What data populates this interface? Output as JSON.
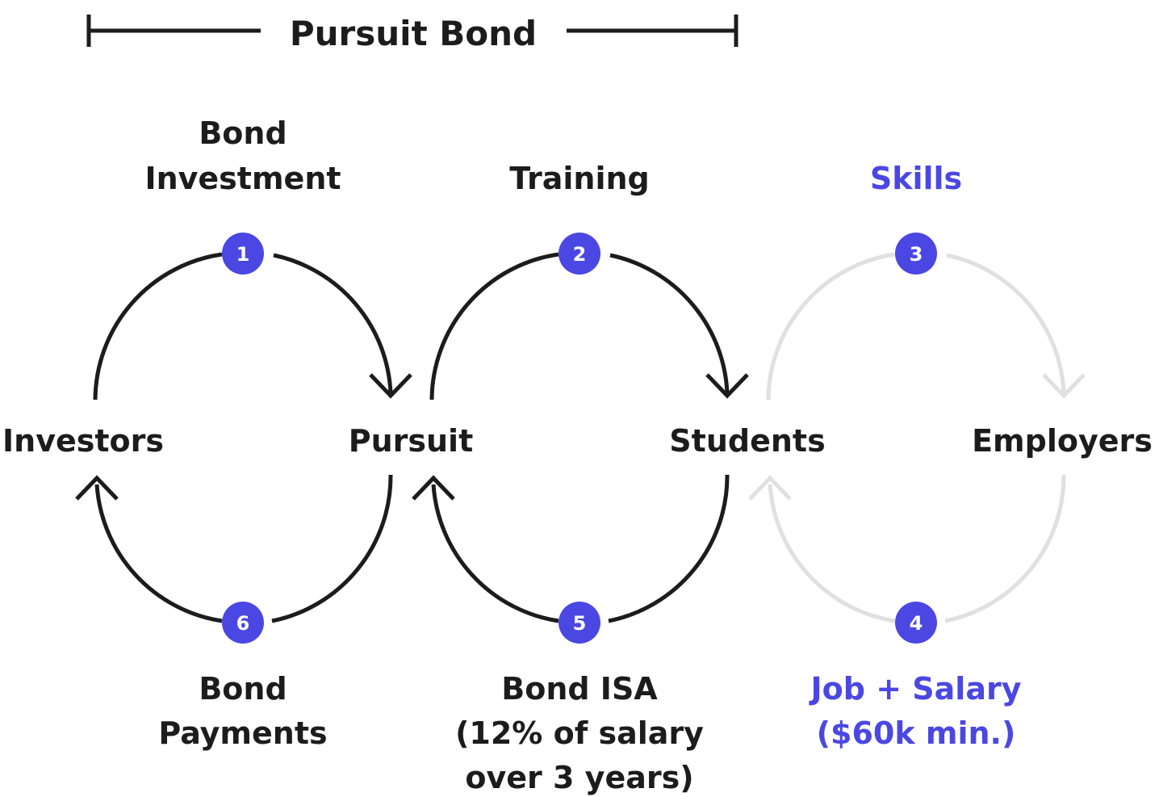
{
  "colors": {
    "text": "#1c1c1c",
    "accent": "#4a47e3",
    "muted": "#e0e0e0",
    "badge_text": "#ffffff"
  },
  "header": {
    "title": "Pursuit Bond"
  },
  "nodes": {
    "investors": "Investors",
    "pursuit": "Pursuit",
    "students": "Students",
    "employers": "Employers"
  },
  "steps": [
    {
      "number": "1",
      "lines": [
        "Bond",
        "Investment"
      ]
    },
    {
      "number": "2",
      "lines": [
        "Training"
      ]
    },
    {
      "number": "3",
      "lines": [
        "Skills"
      ]
    },
    {
      "number": "4",
      "lines": [
        "Job + Salary",
        "($60k min.)"
      ]
    },
    {
      "number": "5",
      "lines": [
        "Bond ISA",
        "(12% of salary",
        "over 3 years)"
      ]
    },
    {
      "number": "6",
      "lines": [
        "Bond",
        "Payments"
      ]
    }
  ]
}
